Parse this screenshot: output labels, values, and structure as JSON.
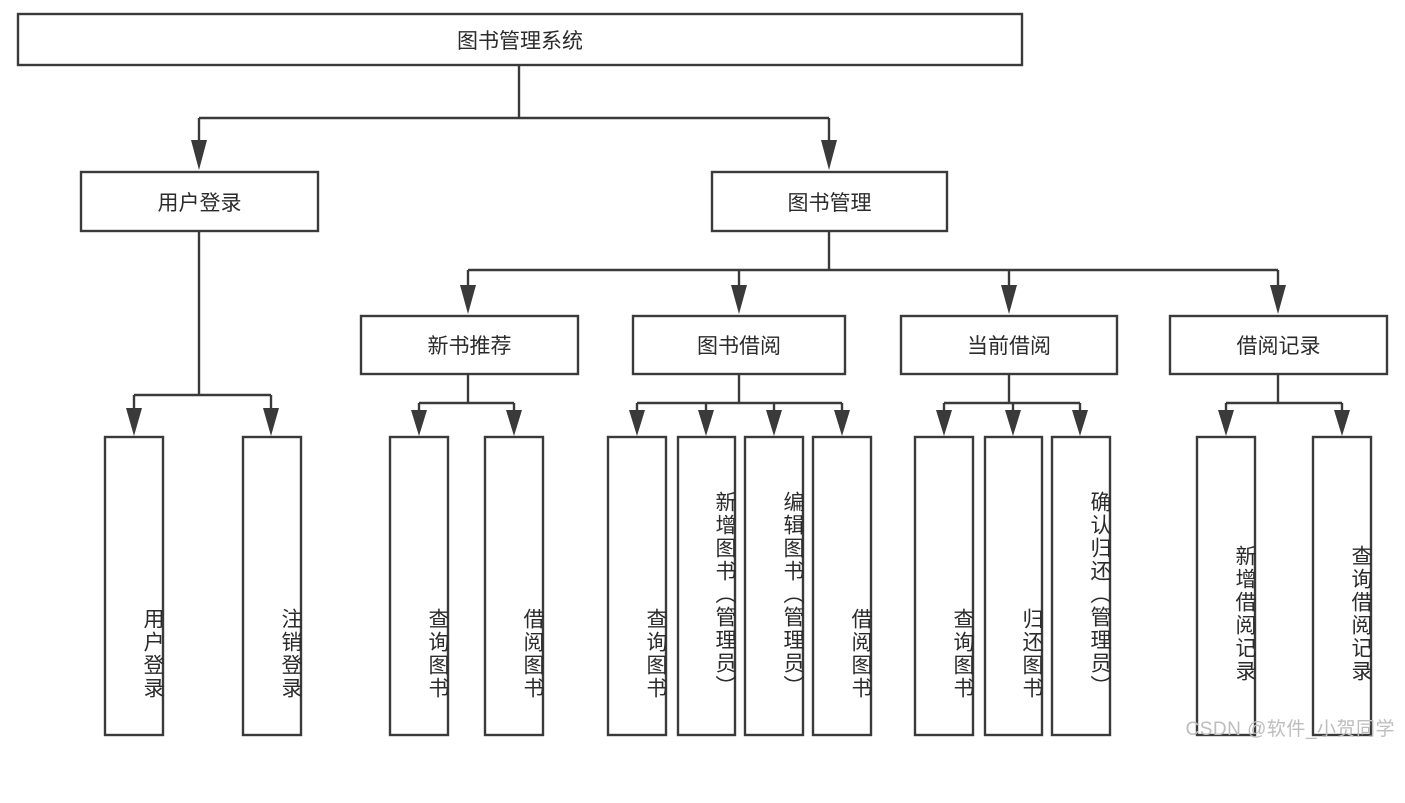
{
  "diagram": {
    "title": "图书管理系统",
    "type": "tree-hierarchy-diagram",
    "colors": {
      "background": "#ffffff",
      "box_fill": "#ffffff",
      "box_stroke": "#3a3a3a",
      "text": "#2b2b2b",
      "watermark": "#bdbdbd"
    },
    "root": {
      "label": "图书管理系统"
    },
    "level1": [
      {
        "label": "用户登录"
      },
      {
        "label": "图书管理"
      }
    ],
    "level2": [
      {
        "label": "新书推荐"
      },
      {
        "label": "图书借阅"
      },
      {
        "label": "当前借阅"
      },
      {
        "label": "借阅记录"
      }
    ],
    "leaves": {
      "user_login": [
        {
          "label": "用户登录"
        },
        {
          "label": "注销登录"
        }
      ],
      "new_book_recommend": [
        {
          "label": "查询图书"
        },
        {
          "label": "借阅图书"
        }
      ],
      "book_borrow": [
        {
          "label": "查询图书"
        },
        {
          "label": "新增图书（管理员）"
        },
        {
          "label": "编辑图书（管理员）"
        },
        {
          "label": "借阅图书"
        }
      ],
      "current_borrow": [
        {
          "label": "查询图书"
        },
        {
          "label": "归还图书"
        },
        {
          "label": "确认归还（管理员）"
        }
      ],
      "borrow_record": [
        {
          "label": "新增借阅记录"
        },
        {
          "label": "查询借阅记录"
        }
      ]
    }
  },
  "watermark": {
    "text": "CSDN @软件_小贺同学"
  }
}
